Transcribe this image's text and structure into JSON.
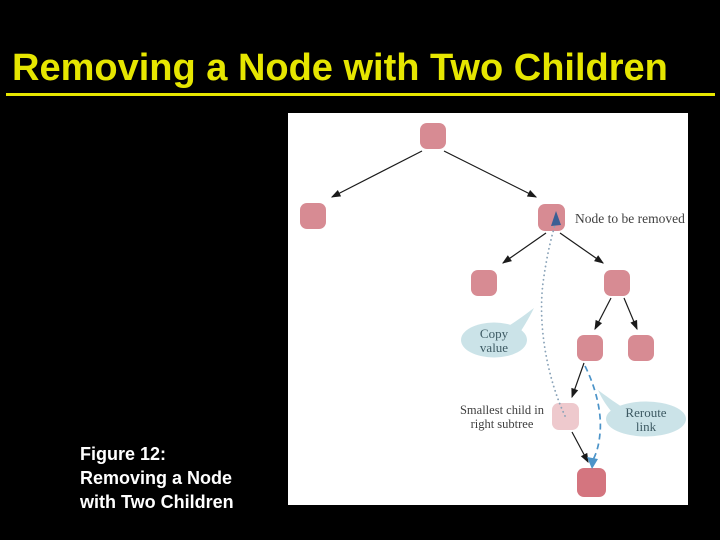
{
  "slide": {
    "title": "Removing a Node with Two Children",
    "caption": {
      "line1": "Figure 12:",
      "line2": "Removing a Node",
      "line3": "with Two Children"
    }
  },
  "diagram": {
    "type": "binary-search-tree-removal",
    "labels": {
      "node_to_be_removed": "Node to be removed",
      "smallest_child_line1": "Smallest child in",
      "smallest_child_line2": "right subtree",
      "copy_value_line1": "Copy",
      "copy_value_line2": "value",
      "reroute_link_line1": "Reroute",
      "reroute_link_line2": "link"
    },
    "nodes": [
      {
        "id": "root",
        "style": "normal"
      },
      {
        "id": "left-child",
        "style": "normal"
      },
      {
        "id": "node-to-be-removed",
        "style": "normal",
        "marker": "blue-arrowhead"
      },
      {
        "id": "removed-left-child",
        "style": "normal"
      },
      {
        "id": "removed-right-child",
        "style": "normal"
      },
      {
        "id": "right-subtree-left-grandchild",
        "style": "normal"
      },
      {
        "id": "right-subtree-right-grandchild",
        "style": "normal"
      },
      {
        "id": "smallest-child-in-right-subtree",
        "style": "faded"
      },
      {
        "id": "smallest-child-right-child",
        "style": "normal"
      }
    ],
    "edges": [
      {
        "from": "root",
        "to": "left-child",
        "kind": "pointer"
      },
      {
        "from": "root",
        "to": "node-to-be-removed",
        "kind": "pointer"
      },
      {
        "from": "node-to-be-removed",
        "to": "removed-left-child",
        "kind": "pointer"
      },
      {
        "from": "node-to-be-removed",
        "to": "removed-right-child",
        "kind": "pointer"
      },
      {
        "from": "removed-right-child",
        "to": "right-subtree-left-grandchild",
        "kind": "pointer"
      },
      {
        "from": "removed-right-child",
        "to": "right-subtree-right-grandchild",
        "kind": "pointer"
      },
      {
        "from": "right-subtree-left-grandchild",
        "to": "smallest-child-in-right-subtree",
        "kind": "pointer"
      },
      {
        "from": "smallest-child-in-right-subtree",
        "to": "smallest-child-right-child",
        "kind": "pointer"
      },
      {
        "from": "smallest-child-in-right-subtree",
        "to": "node-to-be-removed",
        "kind": "copy-value-dotted"
      },
      {
        "from": "right-subtree-left-grandchild",
        "to": "smallest-child-right-child",
        "kind": "reroute-dashed"
      }
    ],
    "colors": {
      "title_yellow": "#e6e600",
      "panel_background": "#ffffff",
      "node_pink": "#d78b93",
      "node_faded_pink": "#eec9cd",
      "node_bottom_pink": "#d4757f",
      "bubble_blue": "#cbe3e8",
      "edge_black": "#1a1a1a",
      "reroute_blue": "#4c94c9",
      "copy_dotted_blue": "#8aa3b8",
      "blue_arrowhead": "#3a5f94",
      "caption_white": "#ffffff"
    }
  }
}
